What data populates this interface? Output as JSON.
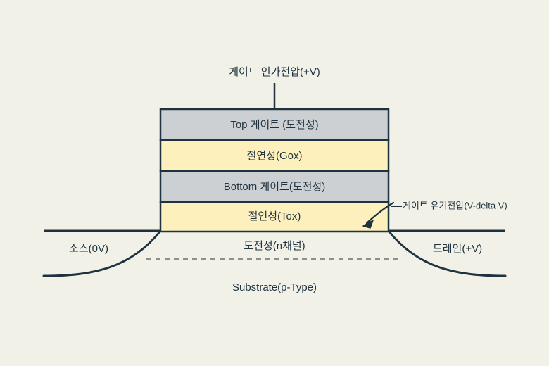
{
  "figure": {
    "background_color": "#f2f1e8",
    "line_color": "#1e3240",
    "gate_fill": "#cdd0d2",
    "oxide_fill": "#fdf0bd",
    "dashed_color": "#8d9090"
  },
  "gate_supply": {
    "label": "게이트 인가전압(+V)"
  },
  "stack": {
    "layers": [
      {
        "label": "Top 게이트 (도전성)",
        "kind": "conductor",
        "fill": "#cdd0d2"
      },
      {
        "label": "절연성(Gox)",
        "kind": "insulator",
        "fill": "#fdf0bd"
      },
      {
        "label": "Bottom 게이트(도전성)",
        "kind": "conductor",
        "fill": "#cdd0d2"
      },
      {
        "label": "절연성(Tox)",
        "kind": "insulator",
        "fill": "#fdf0bd"
      }
    ]
  },
  "callout": {
    "label": "게이트 유기전압(V-delta V)"
  },
  "terminals": {
    "source": "소스(0V)",
    "channel": "도전성(n채널)",
    "drain": "드레인(+V)"
  },
  "substrate": {
    "label": "Substrate(p-Type)"
  }
}
